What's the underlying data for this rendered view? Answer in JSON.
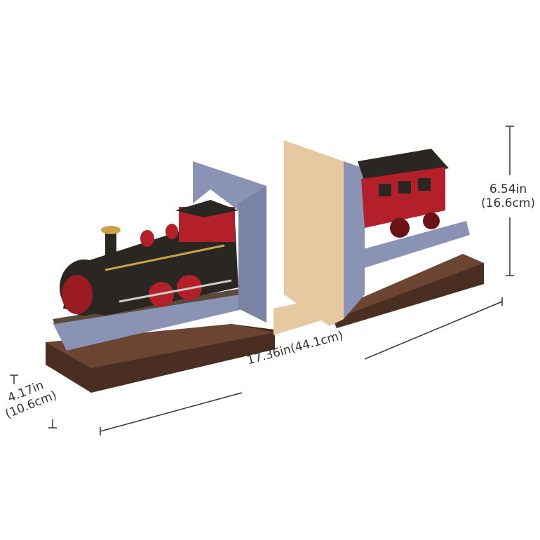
{
  "dimensions": {
    "height": {
      "line1": "6.54in",
      "line2": "(16.6cm)"
    },
    "width": {
      "text": "17.36in(44.1cm)"
    },
    "depth": {
      "line1": "4.17in",
      "line2": "(10.6cm)"
    }
  },
  "colors": {
    "base_wood": "#5a3a2a",
    "tunnel_gray": "#8a93b3",
    "plywood": "#e6c9a0",
    "locomotive_black": "#2a2622",
    "locomotive_red": "#b3202a",
    "brass": "#c9a24a",
    "dimension_line": "#333333"
  }
}
